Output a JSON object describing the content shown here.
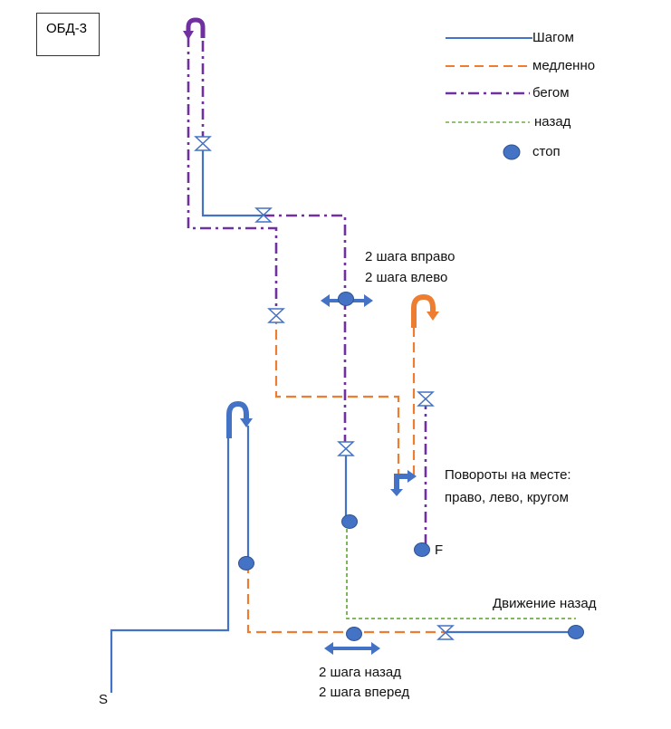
{
  "title": "ОБД-3",
  "legend": [
    {
      "label": "Шагом",
      "style": "solid",
      "color": "#4472c4"
    },
    {
      "label": "медленно",
      "style": "dashed",
      "color": "#ed7d31"
    },
    {
      "label": "бегом",
      "style": "dashdot",
      "color": "#7030a0"
    },
    {
      "label": "назад",
      "style": "dotted",
      "color": "#70ad47"
    },
    {
      "label": "стоп",
      "style": "dot",
      "color": "#4472c4"
    }
  ],
  "annotations": {
    "side_steps_1": "2 шага вправо",
    "side_steps_2": "2 шага влево",
    "turns_1": "Повороты на месте:",
    "turns_2": "право, лево, кругом",
    "backward": "Движение назад",
    "back_fwd_1": "2 шага назад",
    "back_fwd_2": "2 шага вперед",
    "start": "S",
    "finish": "F"
  },
  "colors": {
    "walk": "#4472c4",
    "slow": "#ed7d31",
    "run": "#7030a0",
    "back": "#70ad47",
    "stop_fill": "#4472c4",
    "stop_stroke": "#2f528f",
    "arrow_blue": "#4472c4",
    "arrow_orange": "#ed7d31",
    "arrow_purple": "#7030a0"
  }
}
